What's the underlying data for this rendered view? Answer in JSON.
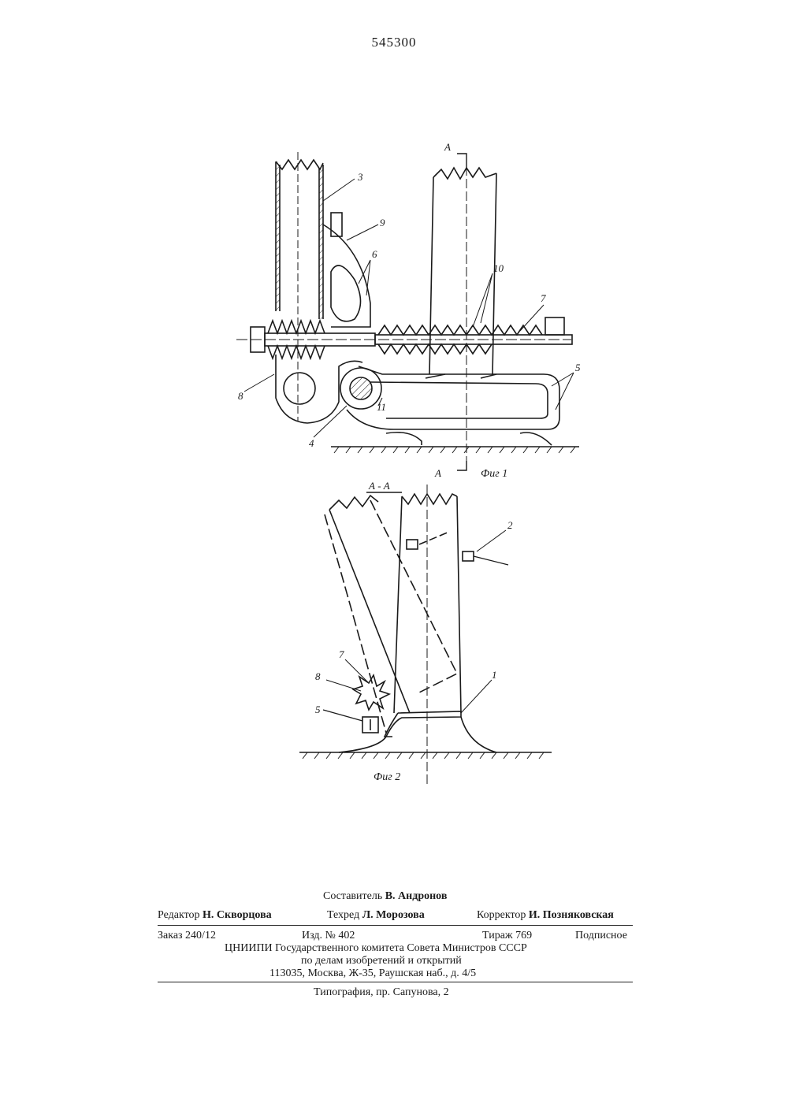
{
  "page_number": "545300",
  "figure1": {
    "caption": "Фиг 1",
    "section_mark": "А",
    "labels": [
      "3",
      "9",
      "6",
      "10",
      "7",
      "5",
      "8",
      "4",
      "11"
    ]
  },
  "figure2": {
    "caption": "Фиг 2",
    "section_title": "А - А",
    "labels": [
      "2",
      "7",
      "8",
      "5",
      "1"
    ]
  },
  "imprint": {
    "compiler": {
      "label": "Составитель",
      "name": "В. Андронов"
    },
    "editor": {
      "label": "Редактор",
      "name": "Н. Скворцова"
    },
    "techred": {
      "label": "Техред",
      "name": "Л. Морозова"
    },
    "corrector": {
      "label": "Корректор",
      "name": "И. Позняковская"
    },
    "order": "Заказ 240/12",
    "edition": "Изд. № 402",
    "circulation": "Тираж 769",
    "subscription": "Подписное",
    "org_line1": "ЦНИИПИ Государственного комитета Совета Министров СССР",
    "org_line2": "по делам изобретений и открытий",
    "address": "113035, Москва, Ж-35, Раушская наб., д. 4/5",
    "printing": "Типография, пр. Сапунова, 2"
  }
}
